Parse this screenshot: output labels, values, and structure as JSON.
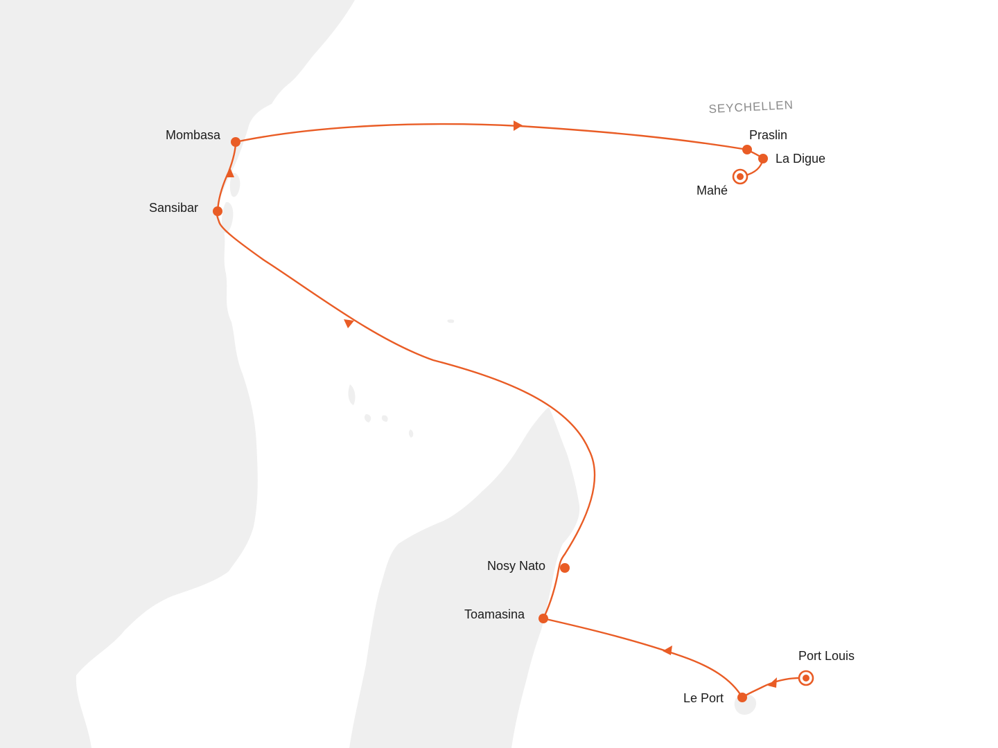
{
  "map": {
    "region_label": "SEYCHELLEN",
    "colors": {
      "route": "#e95c25",
      "land": "#efefef",
      "sea": "#ffffff",
      "label": "#1b1b1b",
      "region_label": "#8a8a8a"
    },
    "stops": [
      {
        "id": "port-louis",
        "name": "Port Louis",
        "type": "start-port"
      },
      {
        "id": "le-port",
        "name": "Le Port",
        "type": "stop"
      },
      {
        "id": "toamasina",
        "name": "Toamasina",
        "type": "stop"
      },
      {
        "id": "nosy-nato",
        "name": "Nosy Nato",
        "type": "stop"
      },
      {
        "id": "sansibar",
        "name": "Sansibar",
        "type": "stop"
      },
      {
        "id": "mombasa",
        "name": "Mombasa",
        "type": "stop"
      },
      {
        "id": "praslin",
        "name": "Praslin",
        "type": "stop"
      },
      {
        "id": "la-digue",
        "name": "La Digue",
        "type": "stop"
      },
      {
        "id": "mahe",
        "name": "Mahé",
        "type": "end-port"
      }
    ]
  }
}
